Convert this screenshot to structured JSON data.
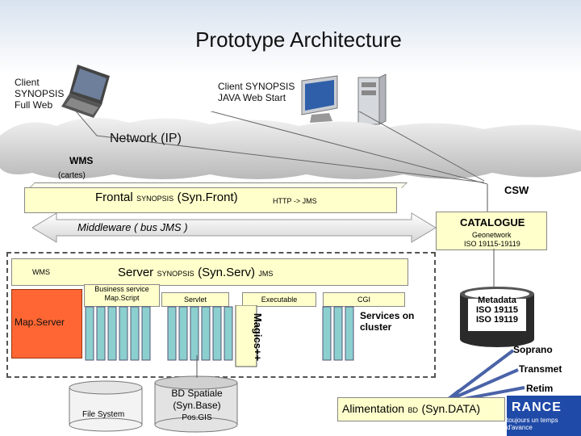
{
  "title": "Prototype Architecture",
  "clients": {
    "web": [
      "Client",
      "SYNOPSIS",
      "Full Web"
    ],
    "java": [
      "Client SYNOPSIS",
      "JAVA Web Start"
    ]
  },
  "network": "Network (IP)",
  "wms_top": "WMS",
  "cartes": "(cartes)",
  "csw": "CSW",
  "frontal": {
    "main": "Frontal",
    "syn": "SYNOPSIS",
    "paren": "(Syn.Front)",
    "http": "HTTP -> JMS"
  },
  "middleware": "Middleware ( bus JMS )",
  "catalogue": {
    "title": "CATALOGUE",
    "line1": "Geonetwork",
    "line2": "ISO 19115-19119"
  },
  "server": {
    "main": "Server",
    "syn": "SYNOPSIS",
    "paren": "(Syn.Serv)",
    "jms": "JMS"
  },
  "wms_inner": "WMS",
  "modules": {
    "business": [
      "Business service",
      "Map.Script"
    ],
    "servlet": "Servlet",
    "executable": "Executable",
    "cgi": "CGI",
    "magics": "Magics++",
    "mapserver": "Map.Server",
    "services": [
      "Services on",
      "cluster"
    ]
  },
  "metadata": [
    "Metadata",
    "ISO 19115",
    "ISO 19119"
  ],
  "filesystem": "File System",
  "bd": {
    "line1": "BD Spatiale",
    "line2": "(Syn.Base)",
    "line3": "Pos.GIS"
  },
  "sources": {
    "soprano": "Soprano",
    "transmet": "Transmet",
    "retim": "Retim"
  },
  "alimentation": {
    "main": "Alimentation",
    "bd": "BD",
    "paren": "(Syn.DATA)"
  },
  "logo": {
    "text": "RANCE",
    "tagline": "toujours un temps d'avance"
  },
  "colors": {
    "mapserver": "#ff6633",
    "yellow": "#ffffcc",
    "teal": "#8ccfcf",
    "catalogue_text": "#000000"
  }
}
